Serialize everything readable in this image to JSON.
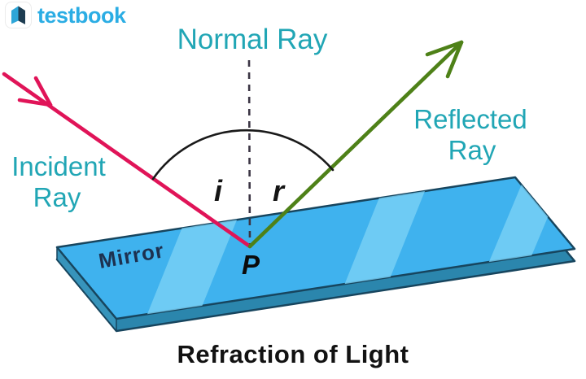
{
  "logo": {
    "brand": "testbook"
  },
  "diagram": {
    "labels": {
      "normal_ray": "Normal Ray",
      "incident_line1": "Incident",
      "incident_line2": "Ray",
      "reflected_line1": "Reflected",
      "reflected_line2": "Ray",
      "angle_of_incidence": "i",
      "angle_of_reflection": "r",
      "mirror": "Mirror",
      "point_of_incidence": "P"
    },
    "colors": {
      "incident_ray": "#e01458",
      "reflected_ray": "#4e8118",
      "normal_dash": "#3b3544",
      "angle_arc": "#1a1a1a",
      "label_teal": "#21a6b5",
      "mirror_top": "#3fb2ee",
      "mirror_stripe": "#7ad1f5",
      "mirror_side": "#2b86ad",
      "mirror_outline": "#17455e",
      "mirror_text": "#1d3150",
      "brand_blue": "#2bade4"
    }
  },
  "caption": {
    "title": "Refraction of Light"
  }
}
